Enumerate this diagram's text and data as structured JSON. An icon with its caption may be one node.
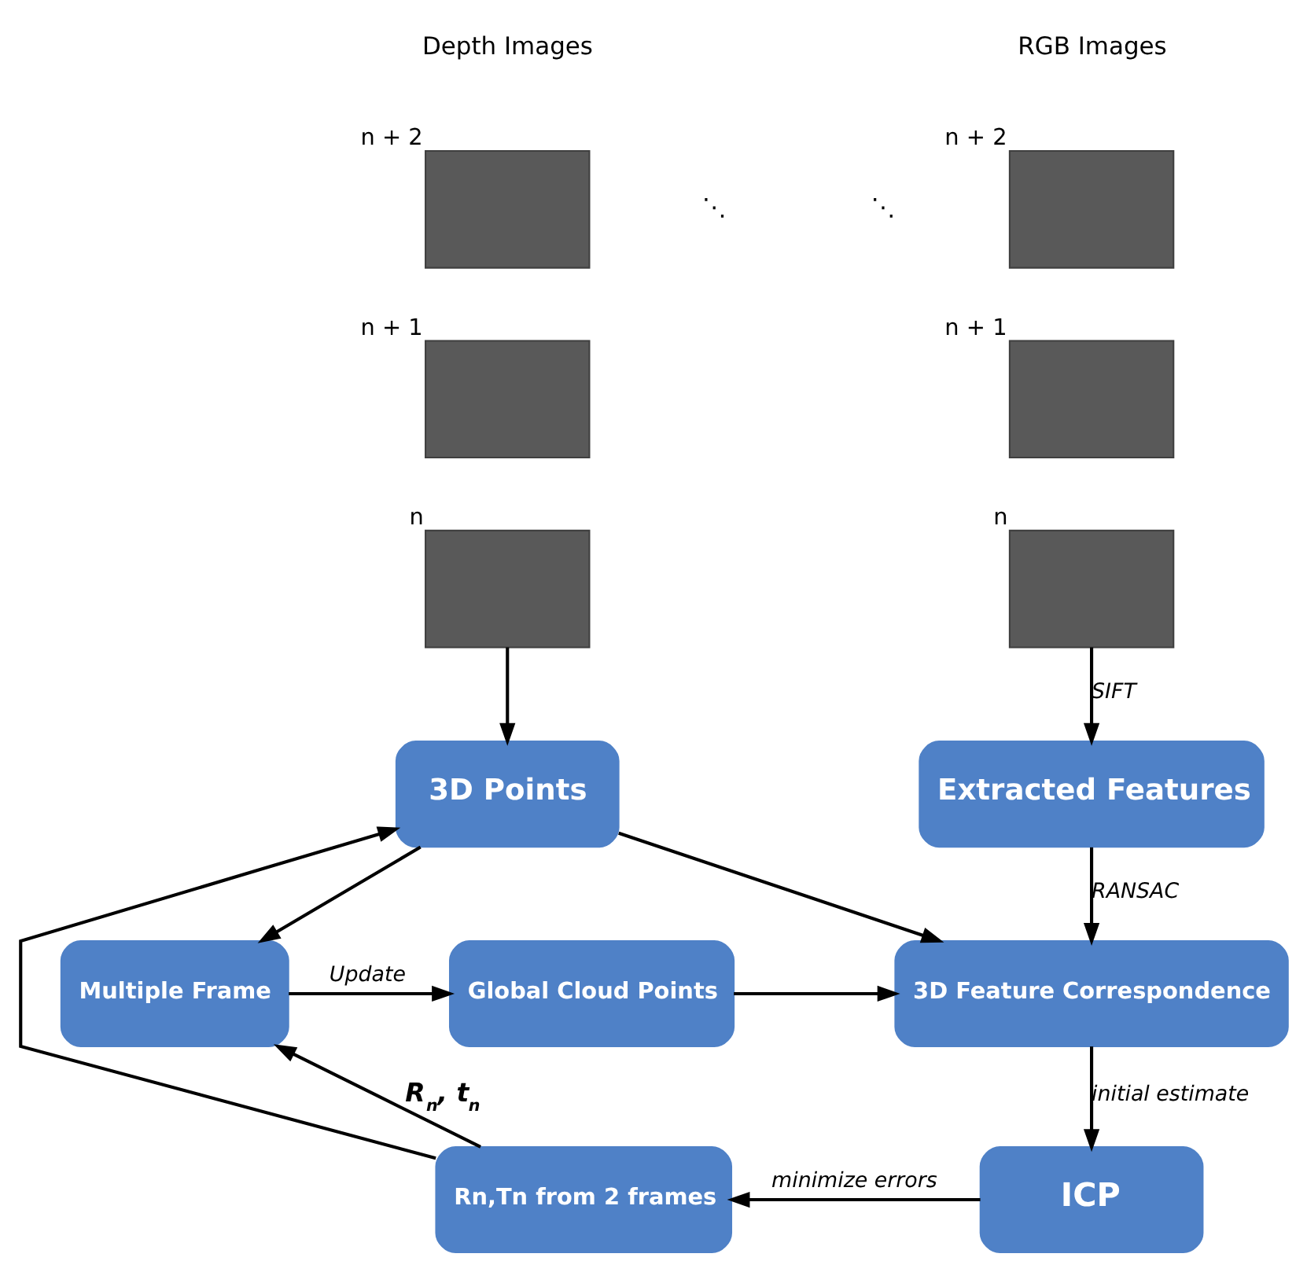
{
  "diagram": {
    "nodes": [
      {
        "text": [],
        "shape": "box",
        "beside": [
          "n + 2"
        ]
      },
      {
        "text": [],
        "shape": "box",
        "beside": [
          "n + 1"
        ]
      },
      {
        "text": [],
        "shape": "box",
        "beside": [
          "n"
        ]
      },
      {
        "text": [],
        "shape": "box",
        "beside": [
          "n + 2"
        ]
      },
      {
        "text": [],
        "shape": "box",
        "beside": [
          "n + 1"
        ]
      },
      {
        "text": [],
        "shape": "box",
        "beside": [
          "n"
        ]
      },
      {
        "text": [
          "3D Points"
        ]
      },
      {
        "text": [
          "Extracted Features"
        ]
      },
      {
        "text": [
          "Multiple Frame"
        ]
      },
      {
        "text": [
          "Global Cloud Points"
        ]
      },
      {
        "text": [
          "3D Feature Correspondence"
        ]
      },
      {
        "text": [
          "Rn,Tn from 2 frames"
        ]
      },
      {
        "text": [
          "ICP"
        ]
      }
    ],
    "edges": [
      {
        "from": 2,
        "to": 6,
        "arrow": "to"
      },
      {
        "from": 5,
        "to": 7,
        "arrow": "to",
        "label": "SIFT"
      },
      {
        "from": 7,
        "to": 10,
        "arrow": "to",
        "label": "RANSAC"
      },
      {
        "from": 6,
        "to": 8,
        "arrow": "to"
      },
      {
        "from": 6,
        "to": 10,
        "arrow": "to"
      },
      {
        "from": 9,
        "to": 10,
        "arrow": "to"
      },
      {
        "from": 8,
        "to": 9,
        "arrow": "to",
        "label": "Update"
      },
      {
        "from": 10,
        "to": 12,
        "arrow": "to",
        "label": "initial estimate"
      },
      {
        "from": 12,
        "to": 11,
        "arrow": "to",
        "label": "minimize errors"
      },
      {
        "from": 11,
        "to": 8,
        "arrow": "to",
        "label": "R$_{n}$, t$_{n}$"
      },
      {
        "from": 11,
        "to": 6,
        "arrow": "to"
      }
    ],
    "labels": [
      "Depth Images",
      "RGB Images",
      "⋱",
      "⋱"
    ]
  }
}
